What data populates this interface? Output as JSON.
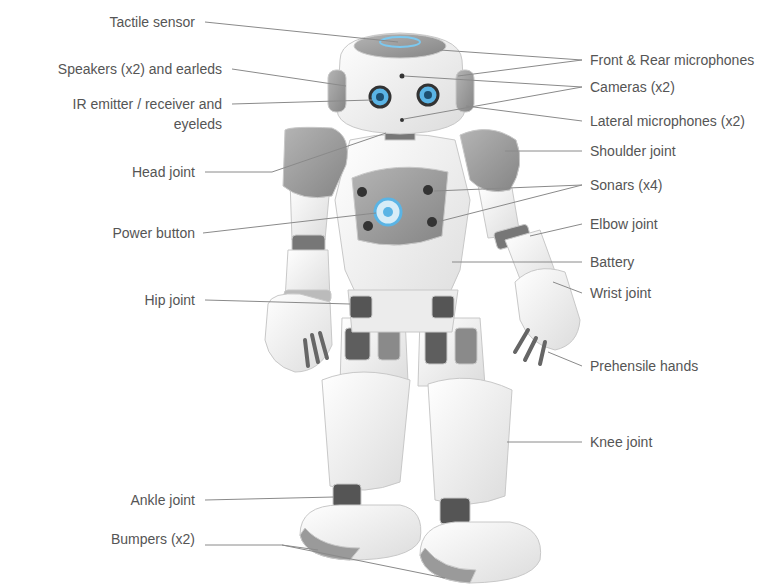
{
  "diagram": {
    "labels": [
      "Tactile sensor",
      "Front & Rear microphones",
      "Speakers (x2) and earleds",
      "Cameras (x2)",
      "IR emitter / receiver and eyeleds",
      "Lateral microphones (x2)",
      "Shoulder joint",
      "Head joint",
      "Sonars (x4)",
      "Elbow joint",
      "Power button",
      "Battery",
      "Wrist joint",
      "Hip joint",
      "Prehensile hands",
      "Knee joint",
      "Ankle joint",
      "Bumpers (x2)"
    ]
  }
}
